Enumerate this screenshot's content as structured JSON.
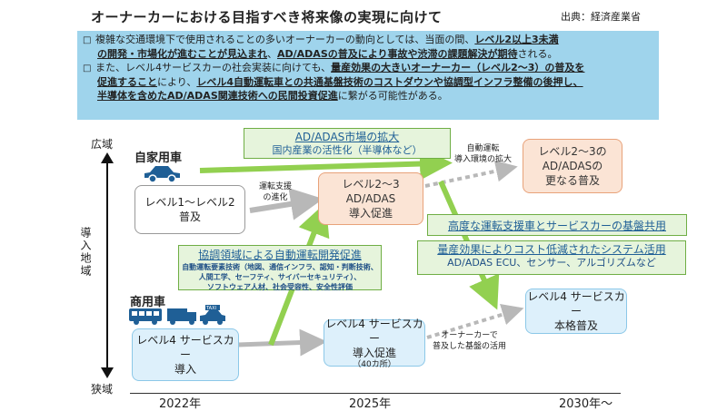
{
  "header": {
    "title": "オーナーカーにおける目指すべき将来像の実現に向けて",
    "source": "出典：経済産業省"
  },
  "summary": {
    "p1_pre": "複雑な交通環境下で使用されることの多いオーナーカーの動向としては、当面の間、",
    "p1_em1": "レベル2以上3未満",
    "p1_em2": "の開発・市場化が進むことが見込まれ",
    "p1_mid": "、",
    "p1_em3": "AD/ADASの普及により事故や渋滞の課題解決が期待",
    "p1_end": "される。",
    "p2_pre": "また、レベル4サービスカーの社会実装に向けても、",
    "p2_em1": "量産効果の大きいオーナーカー（レベル2～3）の普及を",
    "p2_em2": "促進すること",
    "p2_mid": "により、",
    "p2_em3": "レベル4自動運転車との共通基盤技術のコストダウンや協調型インフラ整備の後押し、",
    "p2_em4": "半導体を含めたAD/ADAS関連技術への民間投資促進",
    "p2_end": "に繋がる可能性がある。"
  },
  "axis": {
    "top": "広域",
    "middle": "導入地域",
    "bottom": "狭域"
  },
  "years": [
    "2022年",
    "2025年",
    "2030年～"
  ],
  "categories": {
    "private": "自家用車",
    "commercial": "商用車"
  },
  "boxes": {
    "level12_l1": "レベル1～レベル2",
    "level12_l2": "普及",
    "level23_l1": "レベル2～3",
    "level23_l2": "AD/ADAS",
    "level23_l3": "導入促進",
    "level23f_l1": "レベル2～3の",
    "level23f_l2": "AD/ADASの",
    "level23f_l3": "更なる普及",
    "l4intro_l1": "レベル4 サービスカー",
    "l4intro_l2": "導入",
    "l4promo_l1": "レベル4 サービスカー",
    "l4promo_l2": "導入促進",
    "l4promo_l3": "（40カ所）",
    "l4full_l1": "レベル4 サービスカー",
    "l4full_l2": "本格普及"
  },
  "green": {
    "market_title": "AD/ADAS市場の拡大",
    "market_sub": "国内産業の活性化（半導体など）",
    "coop_title": "協調領域による自動運転開発促進",
    "coop_l1": "自動運転要素技術（地図、通信インフラ、認知・判断技術、",
    "coop_l2": "人間工学、セーフティ、サイバーセキュリティ）、",
    "coop_l3": "ソフトウェア人材、社会受容性、安全性評価",
    "shared_title": "高度な運転支援車とサービスカーの基盤共用",
    "cost_title": "量産効果によりコスト低減されたシステム活用",
    "cost_sub": "AD/ADAS ECU、センサー、アルゴリズムなど"
  },
  "notes": {
    "support_l1": "運転支援",
    "support_l2": "の進化",
    "env_l1": "自動運転",
    "env_l2": "導入環境の拡大",
    "owner_l1": "オーナーカーで",
    "owner_l2": "普及した基盤の活用"
  },
  "vehicles": {
    "taxi_text": "TAXI"
  },
  "colors": {
    "green_arrow": "#92d050",
    "gray_arrow": "#b8b8b8",
    "accent_blue": "#1f5f96",
    "summary_bg": "#9fd4ec"
  }
}
